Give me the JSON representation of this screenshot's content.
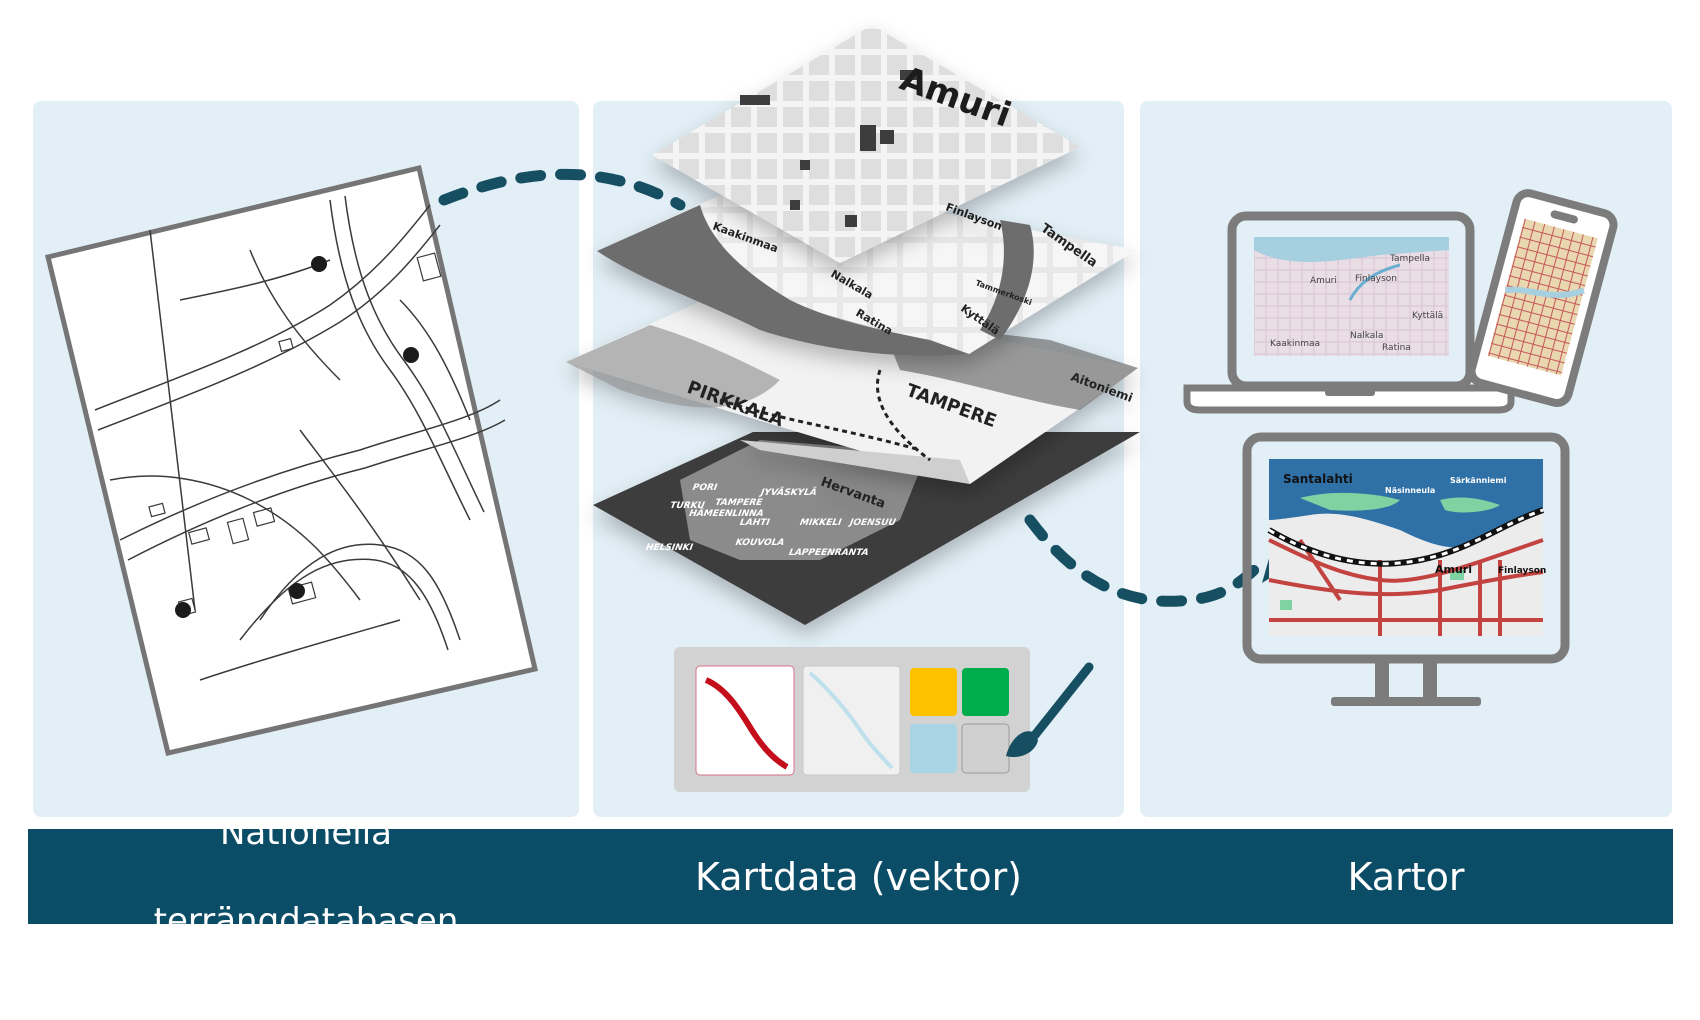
{
  "labels": {
    "left_line1": "Nationella",
    "left_line2": "terrängdatabasen",
    "mid": "Kartdata (vektor)",
    "right": "Kartor"
  },
  "map_labels": {
    "top_layer": [
      "Amuri",
      "Finlayson"
    ],
    "second_layer": [
      "Kaakinmaa",
      "Nalkala",
      "Ratina",
      "Tampella",
      "Tammerkoski",
      "Kyttälä"
    ],
    "third_layer": [
      "PIRKKALA",
      "TAMPERE",
      "Hervanta",
      "Aitoniemi"
    ],
    "bottom_layer": [
      "PORI",
      "TURKU",
      "HÄMEENLINNA",
      "LAHTI",
      "JYVÄSKYLÄ",
      "MIKKELI",
      "HELSINKI",
      "KOUVOLA",
      "LAPPEENRANTA",
      "JOENSUU",
      "TAMPERE"
    ],
    "laptop": [
      "Amuri",
      "Tampella",
      "Finlayson",
      "Kaakinmaa",
      "Nalkala",
      "Ratina",
      "Kyttälä"
    ],
    "monitor": [
      "Santalahti",
      "Näsinneula",
      "Särkänniemi",
      "Amuri",
      "Finlayson"
    ]
  },
  "colors": {
    "panel": "#e2eff6",
    "band": "#0b4d66",
    "arrow": "#174f62",
    "swatch_yellow": "#fdc100",
    "swatch_green": "#00ad4d",
    "swatch_blue": "#a8d4e4",
    "swatch_gray": "#d0d0d0",
    "line_red": "#c40e1b"
  },
  "icons": [
    "paper-map-icon",
    "layer-stack-icon",
    "style-palette-icon",
    "paintbrush-icon",
    "laptop-icon",
    "tablet-icon",
    "monitor-icon",
    "dashed-arrow-icon"
  ]
}
